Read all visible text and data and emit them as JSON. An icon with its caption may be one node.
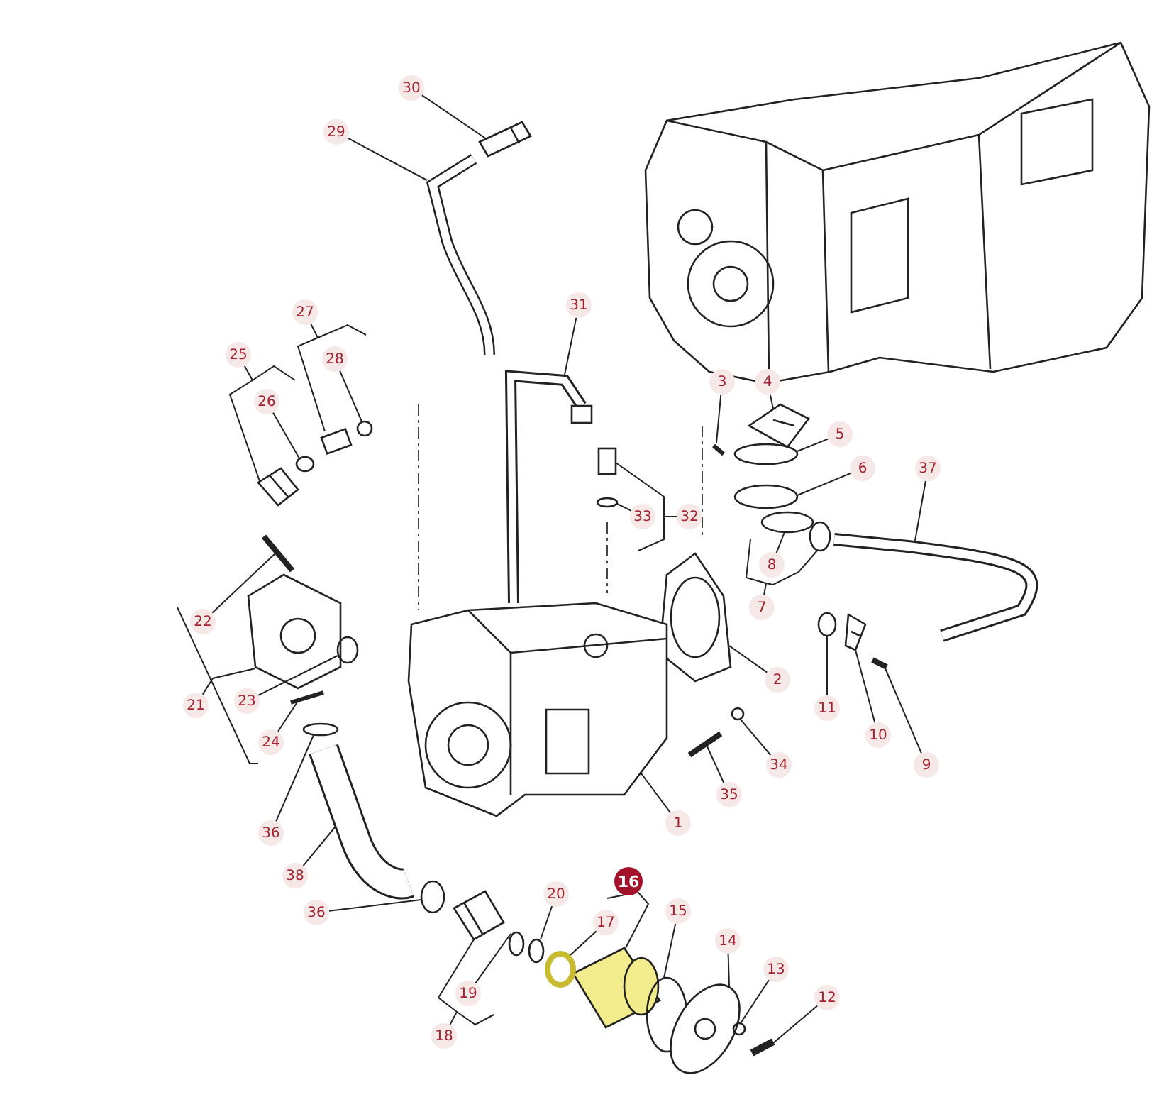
{
  "diagram": {
    "nodes": [
      {
        "text": [
          "30"
        ]
      },
      {
        "text": [
          "29"
        ]
      },
      {
        "text": [
          "31"
        ]
      },
      {
        "text": [
          "27"
        ]
      },
      {
        "text": [
          "25"
        ]
      },
      {
        "text": [
          "28"
        ]
      },
      {
        "text": [
          "3"
        ]
      },
      {
        "text": [
          "4"
        ]
      },
      {
        "text": [
          "26"
        ]
      },
      {
        "text": [
          "5"
        ]
      },
      {
        "text": [
          "6"
        ]
      },
      {
        "text": [
          "37"
        ]
      },
      {
        "text": [
          "33"
        ]
      },
      {
        "text": [
          "32"
        ]
      },
      {
        "text": [
          "8"
        ]
      },
      {
        "text": [
          "7"
        ]
      },
      {
        "text": [
          "22"
        ]
      },
      {
        "text": [
          "2"
        ]
      },
      {
        "text": [
          "21"
        ]
      },
      {
        "text": [
          "23"
        ]
      },
      {
        "text": [
          "11"
        ]
      },
      {
        "text": [
          "10"
        ]
      },
      {
        "text": [
          "24"
        ]
      },
      {
        "text": [
          "9"
        ]
      },
      {
        "text": [
          "34"
        ]
      },
      {
        "text": [
          "35"
        ]
      },
      {
        "text": [
          "1"
        ]
      },
      {
        "text": [
          "36"
        ]
      },
      {
        "text": [
          "38"
        ]
      },
      {
        "text": [
          "16"
        ]
      },
      {
        "text": [
          "20"
        ]
      },
      {
        "text": [
          "36"
        ]
      },
      {
        "text": [
          "15"
        ]
      },
      {
        "text": [
          "17"
        ]
      },
      {
        "text": [
          "14"
        ]
      },
      {
        "text": [
          "13"
        ]
      },
      {
        "text": [
          "19"
        ]
      },
      {
        "text": [
          "12"
        ]
      },
      {
        "text": [
          "18"
        ]
      },
      {
        "text": [],
        "shape": "picture"
      },
      {
        "text": [],
        "shape": "picture"
      },
      {
        "text": [],
        "shape": "picture"
      },
      {
        "text": [],
        "shape": "box"
      },
      {
        "text": [],
        "shape": "picture"
      },
      {
        "text": [],
        "shape": "circle"
      },
      {
        "text": [],
        "shape": "bar"
      },
      {
        "text": [],
        "shape": "picture"
      },
      {
        "text": [],
        "shape": "circle"
      },
      {
        "text": [],
        "shape": "circle"
      },
      {
        "text": [],
        "shape": "circle"
      },
      {
        "text": [],
        "shape": "picture"
      },
      {
        "text": [],
        "shape": "circle"
      },
      {
        "text": [],
        "shape": "box"
      },
      {
        "text": [],
        "shape": "circle"
      },
      {
        "text": [],
        "shape": "circle"
      },
      {
        "text": [],
        "shape": "bar"
      },
      {
        "text": [],
        "shape": "picture"
      },
      {
        "text": [],
        "shape": "picture"
      },
      {
        "text": [],
        "shape": "circle"
      },
      {
        "text": [],
        "shape": "circle"
      },
      {
        "text": [],
        "shape": "picture"
      },
      {
        "text": [],
        "shape": "bar"
      },
      {
        "text": [],
        "shape": "bar"
      },
      {
        "text": [],
        "shape": "circle"
      },
      {
        "text": [],
        "shape": "bar"
      },
      {
        "text": [],
        "shape": "picture"
      },
      {
        "text": [],
        "shape": "circle"
      },
      {
        "text": [],
        "shape": "picture"
      },
      {
        "text": [],
        "shape": "picture"
      },
      {
        "text": [],
        "shape": "circle"
      },
      {
        "text": [],
        "shape": "circle"
      },
      {
        "text": [],
        "shape": "circle"
      },
      {
        "text": [],
        "shape": "circle"
      },
      {
        "text": [],
        "shape": "picture"
      },
      {
        "text": [],
        "shape": "circle"
      },
      {
        "text": [],
        "shape": "circle"
      },
      {
        "text": [],
        "shape": "bar"
      },
      {
        "text": [],
        "shape": "picture"
      }
    ],
    "edges": [
      {
        "from": 0,
        "to": 39,
        "arrow": "none"
      },
      {
        "from": 1,
        "to": 40,
        "arrow": "none"
      },
      {
        "from": 2,
        "to": 41,
        "arrow": "none"
      },
      {
        "from": 3,
        "to": 42,
        "arrow": "none"
      },
      {
        "from": 4,
        "to": 43,
        "arrow": "none"
      },
      {
        "from": 5,
        "to": 44,
        "arrow": "none"
      },
      {
        "from": 6,
        "to": 45,
        "arrow": "none"
      },
      {
        "from": 7,
        "to": 46,
        "arrow": "none"
      },
      {
        "from": 8,
        "to": 47,
        "arrow": "none"
      },
      {
        "from": 9,
        "to": 48,
        "arrow": "none"
      },
      {
        "from": 10,
        "to": 49,
        "arrow": "none"
      },
      {
        "from": 11,
        "to": 50,
        "arrow": "none"
      },
      {
        "from": 12,
        "to": 51,
        "arrow": "none"
      },
      {
        "from": 13,
        "to": 52,
        "arrow": "none"
      },
      {
        "from": 14,
        "to": 53,
        "arrow": "none"
      },
      {
        "from": 15,
        "to": 54,
        "arrow": "none"
      },
      {
        "from": 16,
        "to": 55,
        "arrow": "none"
      },
      {
        "from": 17,
        "to": 56,
        "arrow": "none"
      },
      {
        "from": 18,
        "to": 57,
        "arrow": "none"
      },
      {
        "from": 19,
        "to": 58,
        "arrow": "none"
      },
      {
        "from": 20,
        "to": 59,
        "arrow": "none"
      },
      {
        "from": 21,
        "to": 60,
        "arrow": "none"
      },
      {
        "from": 22,
        "to": 61,
        "arrow": "none"
      },
      {
        "from": 23,
        "to": 62,
        "arrow": "none"
      },
      {
        "from": 24,
        "to": 63,
        "arrow": "none"
      },
      {
        "from": 25,
        "to": 64,
        "arrow": "none"
      },
      {
        "from": 26,
        "to": 65,
        "arrow": "none"
      },
      {
        "from": 27,
        "to": 66,
        "arrow": "none"
      },
      {
        "from": 28,
        "to": 67,
        "arrow": "none"
      },
      {
        "from": 29,
        "to": 68,
        "arrow": "none"
      },
      {
        "from": 30,
        "to": 69,
        "arrow": "none"
      },
      {
        "from": 31,
        "to": 70,
        "arrow": "none"
      },
      {
        "from": 32,
        "to": 71,
        "arrow": "none"
      },
      {
        "from": 33,
        "to": 72,
        "arrow": "none"
      },
      {
        "from": 34,
        "to": 73,
        "arrow": "none"
      },
      {
        "from": 35,
        "to": 74,
        "arrow": "none"
      },
      {
        "from": 36,
        "to": 75,
        "arrow": "none"
      },
      {
        "from": 37,
        "to": 76,
        "arrow": "none"
      },
      {
        "from": 38,
        "to": 77,
        "arrow": "none"
      }
    ]
  }
}
